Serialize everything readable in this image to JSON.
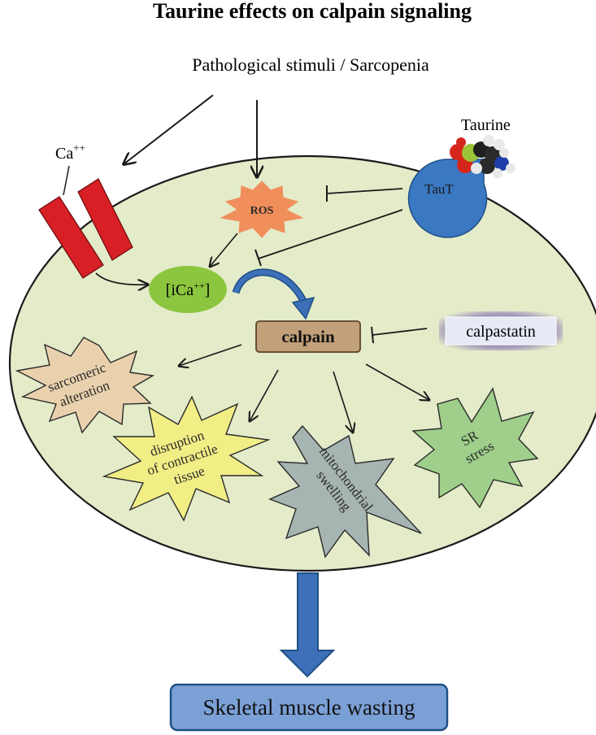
{
  "title": "Taurine effects on calpain signaling",
  "stimulus": "Pathological stimuli / Sarcopenia",
  "ca_label": "Ca",
  "ca_sup": "++",
  "taurine_label": "Taurine",
  "taut_label": "TauT",
  "ros_label": "ROS",
  "ica_label": "[iCa",
  "ica_sup": "++",
  "ica_close": "]",
  "calpain_label": "calpain",
  "calpastatin_label": "calpastatin",
  "effects": {
    "sarcomeric": [
      "sarcomeric",
      "alteration"
    ],
    "disruption": [
      "disruption",
      "of contractile",
      "tissue"
    ],
    "mitochondrial": [
      "mitochondrial",
      "swelling"
    ],
    "sr_stress": [
      "SR",
      "stress"
    ]
  },
  "outcome": "Skeletal muscle wasting",
  "colors": {
    "cell_fill": "#e3ebc9",
    "cell_stroke": "#1a1a1a",
    "channel": "#d81f26",
    "ros_fill": "#f08f5c",
    "ica_fill": "#8cc63f",
    "calpain_fill": "#c2a07a",
    "calpastatin_fill": "#e6eaf5",
    "calpastatin_glow": "#9b8cb8",
    "taut_fill": "#3a78c2",
    "sarcomeric_fill": "#e9d1ad",
    "disruption_fill": "#f2ee86",
    "mitochondrial_fill": "#a6b4b2",
    "sr_fill": "#9fcf8a",
    "outcome_fill": "#7ba0d6",
    "outcome_stroke": "#1f4f86",
    "big_arrow": "#3d70b8"
  }
}
